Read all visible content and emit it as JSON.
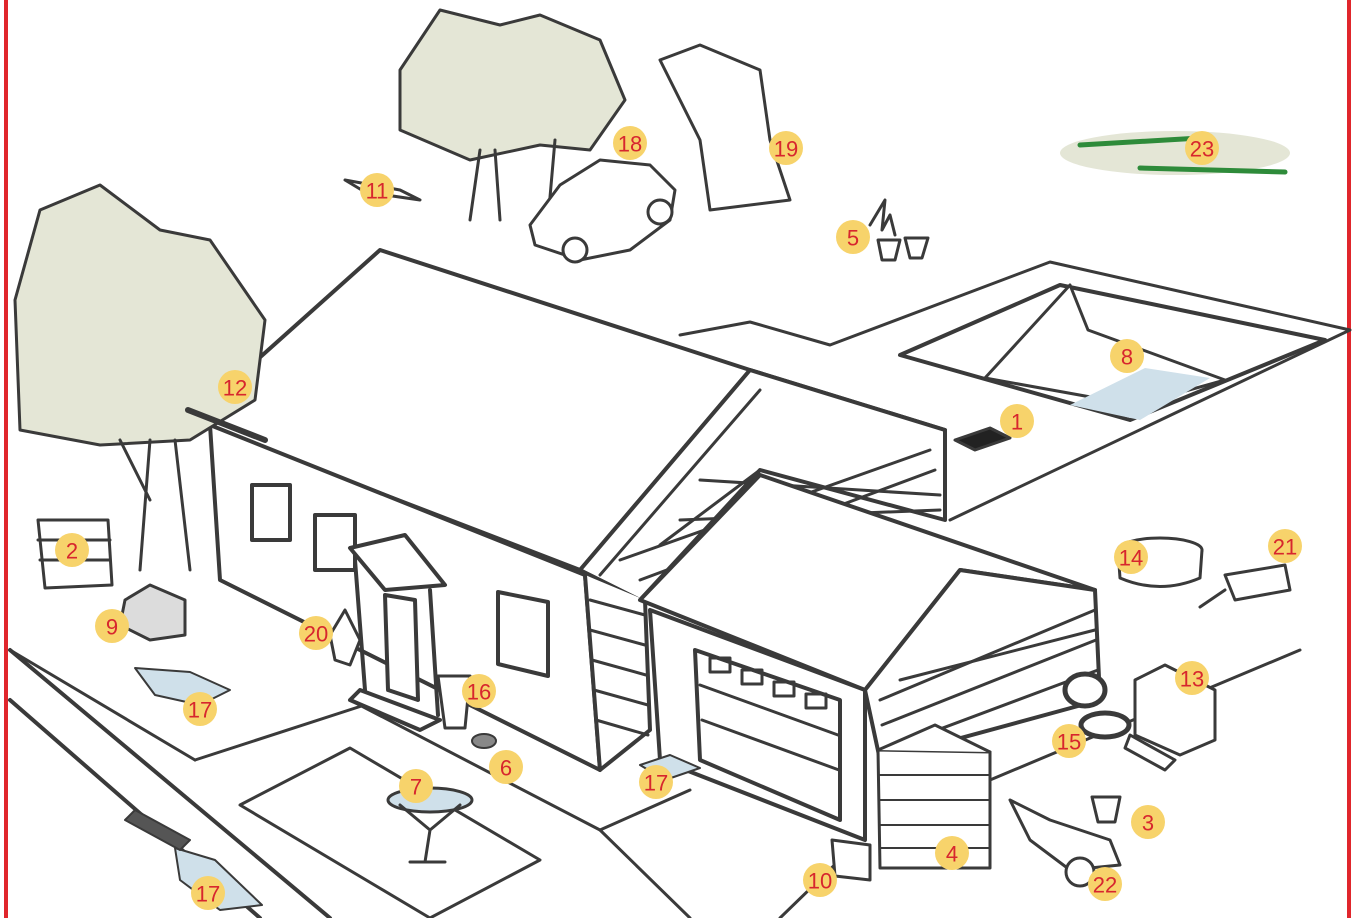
{
  "illustration": {
    "frame_color": "#e0262c",
    "marker_fill": "#f7d36b",
    "marker_text_color": "#d7262e",
    "line_color": "#3a3a3a",
    "foliage_color": "#e4e6d6",
    "water_color": "#cfe0ea"
  },
  "markers": [
    {
      "num": "1",
      "item": "roof-vent-hatch"
    },
    {
      "num": "2",
      "item": "stacked-drums"
    },
    {
      "num": "3",
      "item": "bucket"
    },
    {
      "num": "4",
      "item": "water-tank"
    },
    {
      "num": "5",
      "item": "potted-plants"
    },
    {
      "num": "6",
      "item": "small-container"
    },
    {
      "num": "7",
      "item": "bird-bath"
    },
    {
      "num": "8",
      "item": "swimming-pool"
    },
    {
      "num": "9",
      "item": "rubbish-pile"
    },
    {
      "num": "10",
      "item": "downpipe-drain"
    },
    {
      "num": "11",
      "item": "discarded-item"
    },
    {
      "num": "12",
      "item": "roof-gutter"
    },
    {
      "num": "13",
      "item": "appliance"
    },
    {
      "num": "14",
      "item": "paddling-pool"
    },
    {
      "num": "15",
      "item": "tyres"
    },
    {
      "num": "16",
      "item": "rubbish-bin"
    },
    {
      "num": "17",
      "item": "puddle"
    },
    {
      "num": "17",
      "item": "puddle"
    },
    {
      "num": "17",
      "item": "puddle"
    },
    {
      "num": "18",
      "item": "abandoned-car"
    },
    {
      "num": "19",
      "item": "tree-stump"
    },
    {
      "num": "20",
      "item": "pot-plant-by-door"
    },
    {
      "num": "21",
      "item": "trailer"
    },
    {
      "num": "22",
      "item": "wheelbarrow"
    },
    {
      "num": "23",
      "item": "weeds-patch"
    }
  ]
}
